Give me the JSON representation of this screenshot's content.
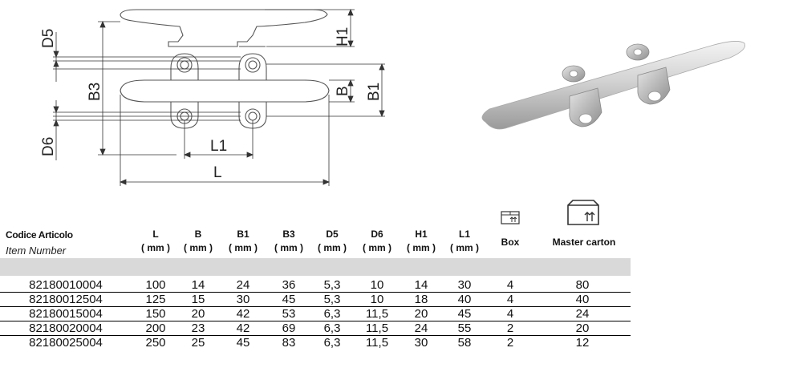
{
  "dimension_labels": {
    "D5": "D5",
    "B3": "B3",
    "D6": "D6",
    "L1": "L1",
    "L": "L",
    "H1": "H1",
    "B": "B",
    "B1": "B1"
  },
  "table": {
    "item_header": {
      "title": "Codice Articolo",
      "subtitle": "Item Number"
    },
    "columns": [
      {
        "key": "L",
        "label": "L",
        "unit": "( mm )"
      },
      {
        "key": "B",
        "label": "B",
        "unit": "( mm )"
      },
      {
        "key": "B1",
        "label": "B1",
        "unit": "( mm )"
      },
      {
        "key": "B3",
        "label": "B3",
        "unit": "( mm )"
      },
      {
        "key": "D5",
        "label": "D5",
        "unit": "( mm )"
      },
      {
        "key": "D6",
        "label": "D6",
        "unit": "( mm )"
      },
      {
        "key": "H1",
        "label": "H1",
        "unit": "( mm )"
      },
      {
        "key": "L1",
        "label": "L1",
        "unit": "( mm )"
      }
    ],
    "box_label": "Box",
    "master_carton_label": "Master carton",
    "box_icon": "box-icon",
    "master_carton_icon": "carton-icon",
    "rows": [
      [
        "82180010004",
        "100",
        "14",
        "24",
        "36",
        "5,3",
        "10",
        "14",
        "30",
        "4",
        "80"
      ],
      [
        "82180012504",
        "125",
        "15",
        "30",
        "45",
        "5,3",
        "10",
        "18",
        "40",
        "4",
        "40"
      ],
      [
        "82180015004",
        "150",
        "20",
        "42",
        "53",
        "6,3",
        "11,5",
        "20",
        "45",
        "4",
        "24"
      ],
      [
        "82180020004",
        "200",
        "23",
        "42",
        "69",
        "6,3",
        "11,5",
        "24",
        "55",
        "2",
        "20"
      ],
      [
        "82180025004",
        "250",
        "25",
        "45",
        "83",
        "6,3",
        "11,5",
        "30",
        "58",
        "2",
        "12"
      ]
    ]
  }
}
